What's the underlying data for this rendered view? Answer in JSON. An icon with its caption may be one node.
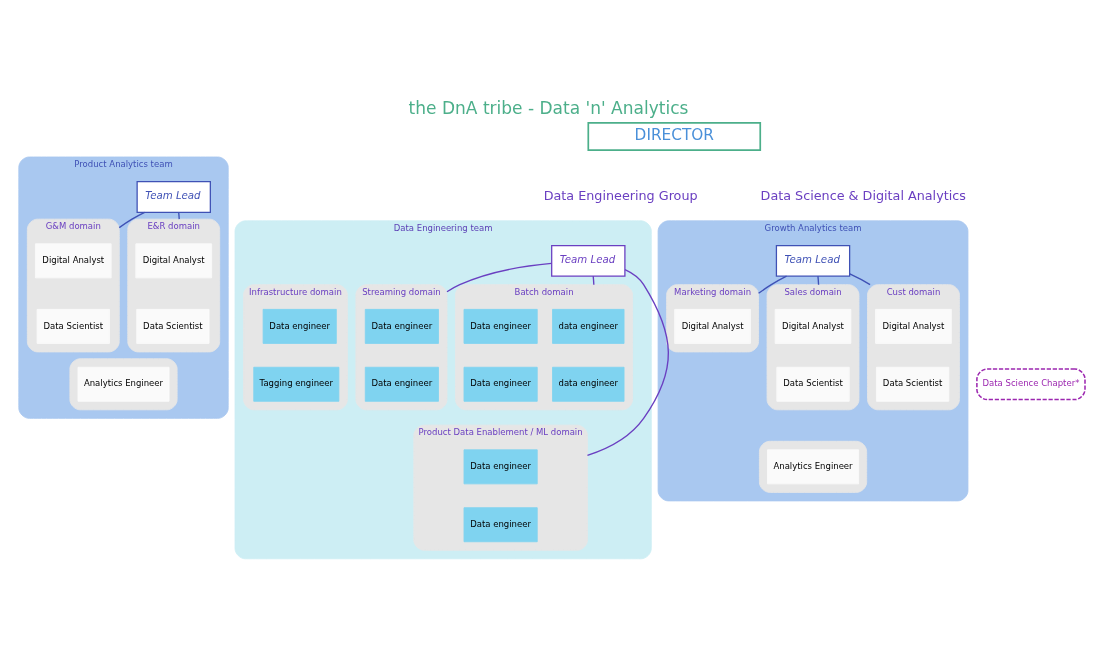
{
  "diagram": {
    "title": "the DnA tribe - Data 'n' Analytics",
    "nodes": [
      {
        "text": [
          "DIRECTOR"
        ]
      },
      {
        "text": [
          "Data Engineering team"
        ]
      },
      {
        "text": [
          "Team Lead"
        ],
        "in": 1
      },
      {
        "text": [
          "Infrastructure domain"
        ],
        "in": 1
      },
      {
        "text": [
          "Data engineer"
        ],
        "in": 3
      },
      {
        "text": [
          "Tagging engineer"
        ],
        "in": 3
      },
      {
        "text": [
          "Streaming domain"
        ],
        "in": 1
      },
      {
        "text": [
          "Data engineer"
        ],
        "in": 6
      },
      {
        "text": [
          "Data engineer"
        ],
        "in": 6
      },
      {
        "text": [
          "Batch domain"
        ],
        "in": 1
      },
      {
        "text": [
          "data engineer"
        ],
        "in": 9
      },
      {
        "text": [
          "Data engineer"
        ],
        "in": 9
      },
      {
        "text": [
          "data engineer"
        ],
        "in": 9
      },
      {
        "text": [
          "Data engineer"
        ],
        "in": 9
      },
      {
        "text": [
          "Product Data Enablement / ML domain"
        ],
        "in": 1
      },
      {
        "text": [
          "Data engineer"
        ],
        "in": 14
      },
      {
        "text": [
          "Data engineer"
        ],
        "in": 14
      },
      {
        "text": [
          "Growth Analytics team"
        ]
      },
      {
        "text": [
          "Team Lead"
        ],
        "in": 17
      },
      {
        "text": [
          "Marketing domain"
        ],
        "in": 17
      },
      {
        "text": [
          "Digital Analyst"
        ],
        "in": 19
      },
      {
        "text": [
          "Sales domain"
        ],
        "in": 17
      },
      {
        "text": [
          "Digital Analyst"
        ],
        "in": 21
      },
      {
        "text": [
          "Data Scientist"
        ],
        "in": 21
      },
      {
        "text": [
          "Cust domain"
        ],
        "in": 17
      },
      {
        "text": [
          "Digital Analyst"
        ],
        "in": 24
      },
      {
        "text": [
          "Data Scientist"
        ],
        "in": 24
      },
      {
        "text": [],
        "shape": "box",
        "in": 17
      },
      {
        "text": [
          "Analytics Engineer"
        ],
        "in": 27
      },
      {
        "text": [
          "Product Analytics team"
        ]
      },
      {
        "text": [
          "Team Lead"
        ],
        "in": 29
      },
      {
        "text": [
          "G&M domain"
        ],
        "in": 29
      },
      {
        "text": [
          "Digital Analyst"
        ],
        "in": 31
      },
      {
        "text": [
          "Data Scientist"
        ],
        "in": 31
      },
      {
        "text": [
          "E&R domain"
        ],
        "in": 29
      },
      {
        "text": [
          "Digital Analyst"
        ],
        "in": 34
      },
      {
        "text": [
          "Data Scientist"
        ],
        "in": 34
      },
      {
        "text": [],
        "shape": "box",
        "in": 29
      },
      {
        "text": [
          "Analytics Engineer"
        ],
        "in": 37
      },
      {
        "text": [
          "Data Science Chapter*"
        ]
      }
    ],
    "edges": [
      {
        "from": 2,
        "to": 6,
        "arrow": "none",
        "color": "#6a3fc1"
      },
      {
        "from": 2,
        "to": 9,
        "arrow": "none",
        "color": "#6a3fc1"
      },
      {
        "from": 2,
        "to": 14,
        "arrow": "none",
        "color": "#6a3fc1"
      },
      {
        "from": 18,
        "to": 19,
        "arrow": "none"
      },
      {
        "from": 18,
        "to": 21,
        "arrow": "none"
      },
      {
        "from": 18,
        "to": 24,
        "arrow": "none"
      },
      {
        "from": 30,
        "to": 31,
        "arrow": "none"
      },
      {
        "from": 30,
        "to": 34,
        "arrow": "none"
      }
    ],
    "labels": [
      "Data Engineering Group",
      "Data Science & Digital Analytics"
    ]
  }
}
